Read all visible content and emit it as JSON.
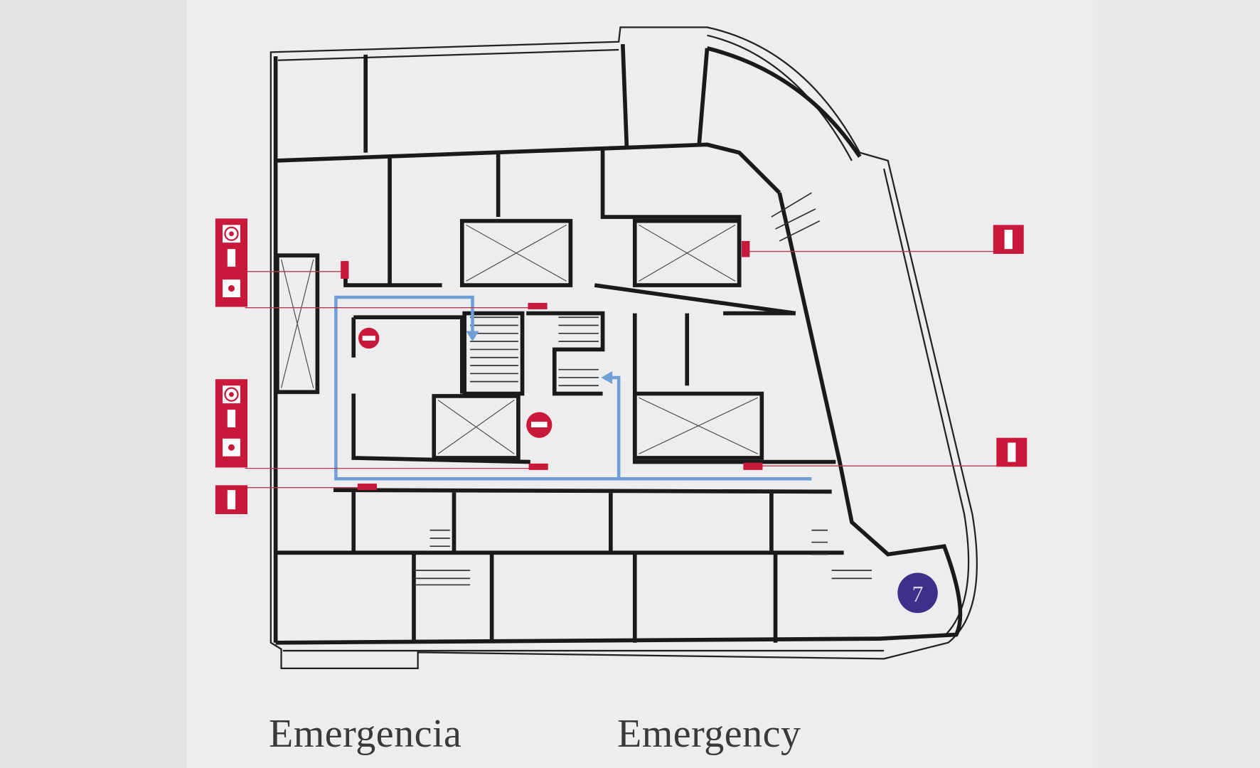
{
  "sign": {
    "caption_spanish": "Emergencia",
    "caption_english": "Emergency",
    "location_marker": "7"
  },
  "legend_icons": [
    "fire-hose-reel-icon",
    "fire-extinguisher-icon",
    "fire-alarm-button-icon",
    "no-entry-icon"
  ],
  "colors": {
    "wall": "#1a1a1a",
    "route": "#6f9fd6",
    "safety_red": "#c8193a",
    "marker": "#3d2f8a",
    "panel": "#ededf0",
    "background": "#e2e2e4"
  }
}
